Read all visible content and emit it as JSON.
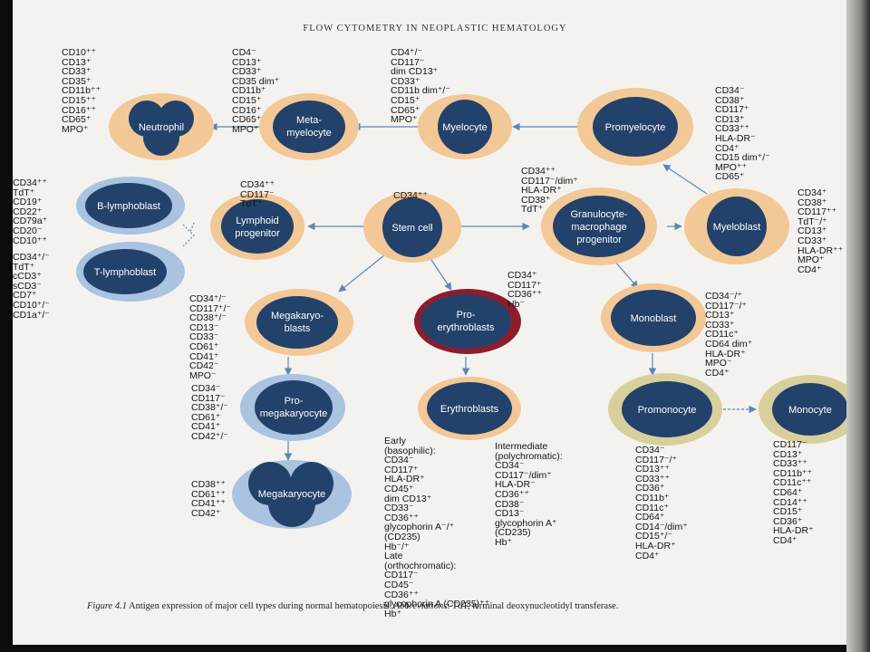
{
  "header": "FLOW CYTOMETRY IN NEOPLASTIC HEMATOLOGY",
  "colors": {
    "cell_core": "#22416b",
    "ring_orange": "#f2c896",
    "ring_blue": "#a9c3e0",
    "ring_red": "#8b1e2c",
    "ring_olive": "#d8d09c",
    "arrow": "#5b86b6",
    "paper": "#f4f2ee"
  },
  "cells": {
    "neutrophil": "Neutrophil",
    "metamyelocyte": [
      "Meta-",
      "myelocyte"
    ],
    "myelocyte": "Myelocyte",
    "promyelocyte": "Promyelocyte",
    "b_lymphoblast": "B-lymphoblast",
    "t_lymphoblast": "T-lymphoblast",
    "lymphoid_progenitor": [
      "Lymphoid",
      "progenitor"
    ],
    "stem_cell": "Stem cell",
    "gm_progenitor": [
      "Granulocyte-",
      "macrophage",
      "progenitor"
    ],
    "myeloblast": "Myeloblast",
    "megakaryoblasts": [
      "Megakaryo-",
      "blasts"
    ],
    "proerythroblasts": [
      "Pro-",
      "erythroblasts"
    ],
    "monoblast": "Monoblast",
    "promegakaryocyte": [
      "Pro-",
      "megakaryocyte"
    ],
    "erythroblasts": "Erythroblasts",
    "promonocyte": "Promonocyte",
    "monocyte": "Monocyte",
    "megakaryocyte": "Megakaryocyte"
  },
  "markers": {
    "neutrophil": "CD10⁺⁺\nCD13⁺\nCD33⁺\nCD35⁺\nCD11b⁺⁺\nCD15⁺⁺\nCD16⁺⁺\nCD65⁺\nMPO⁺",
    "metamyelocyte": "CD4⁻\nCD13⁺\nCD33⁺\nCD35 dim⁺\nCD11b⁺\nCD15⁺\nCD16⁺\nCD65⁺\nMPO⁺",
    "myelocyte": "CD4⁺/⁻\nCD117⁻\ndim CD13⁺\nCD33⁺\nCD11b dim⁺/⁻\nCD15⁺\nCD65⁺\nMPO⁺",
    "promyelocyte": "CD34⁻\nCD38⁺\nCD117⁺\nCD13⁺\nCD33⁺⁺\nHLA-DR⁻\nCD4⁺\nCD15 dim⁺/⁻\nMPO⁺⁺\nCD65⁺",
    "b_lymphoblast": "CD34⁺⁺\nTdT⁺\nCD19⁺\nCD22⁺\nCD79a⁺\nCD20⁻\nCD10⁺⁺",
    "t_lymphoblast": "CD34⁺/⁻\nTdT⁺\ncCD3⁺\nsCD3⁻\nCD7⁺\nCD10⁺/⁻\nCD1a⁺/⁻",
    "lymphoid_progenitor": "CD34⁺⁺\nCD117⁻\nTdT⁺",
    "stem_cell": "CD34⁺⁺",
    "gm_progenitor": "CD34⁺⁺\nCD117⁻/dim⁺\nHLA-DR⁺\nCD38⁺\nTdT⁺",
    "myeloblast": "CD34⁺\nCD38⁺\nCD117⁺⁺\nTdT⁻/⁺\nCD13⁺\nCD33⁺\nHLA-DR⁺⁺\nMPO⁺\nCD4⁺",
    "megakaryoblasts": "CD34⁺/⁻\nCD117⁺/⁻\nCD38⁺/⁻\nCD13⁻\nCD33⁻\nCD61⁺\nCD41⁺\nCD42⁻\nMPO⁻",
    "proerythroblasts": "CD34⁺\nCD117⁺\nCD36⁺⁺\nHb⁻",
    "monoblast": "CD34⁻/⁺\nCD117⁻/⁺\nCD13⁺\nCD33⁺\nCD11c⁺\nCD64 dim⁺\nHLA-DR⁺\nMPO⁻\nCD4⁺",
    "promegakaryocyte": "CD34⁻\nCD117⁻\nCD38⁺/⁻\nCD61⁺\nCD41⁺\nCD42⁺/⁻",
    "megakaryocyte": "CD38⁺⁺\nCD61⁺⁺\nCD41⁺⁺\nCD42⁺",
    "erythroblasts_early": "Early\n(basophilic):\nCD34⁻\nCD117⁺\nHLA-DR⁺\nCD45⁺\ndim CD13⁺\nCD33⁻\nCD36⁺⁺\nglycophorin A⁻/⁺\n(CD235)\nHb⁻/⁺\nLate\n(orthochromatic):\nCD117⁻\nCD45⁻\nCD36⁺⁺\nglycophorin A (CD235)⁺⁺\nHb⁺",
    "erythroblasts_intermediate": "Intermediate\n(polychromatic):\nCD34⁻\nCD117⁻/dim⁺\nHLA-DR⁻\nCD36⁺⁺\nCD38⁻\nCD13⁻\nglycophorin A⁺\n(CD235)\nHb⁺",
    "promonocyte": "CD34⁻\nCD117⁻/⁺\nCD13⁺⁺\nCD33⁺⁺\nCD36⁺\nCD11b⁺\nCD11c⁺\nCD64⁺\nCD14⁻/dim⁺\nCD15⁺/⁻\nHLA-DR⁺\nCD4⁺",
    "monocyte": "CD117⁻\nCD13⁺\nCD33⁺⁺\nCD11b⁺⁺\nCD11c⁺⁺\nCD64⁺\nCD14⁺⁺\nCD15⁺\nCD36⁺\nHLA-DR⁺\nCD4⁺"
  },
  "caption": {
    "figure": "Figure 4.1",
    "text": " Antigen expression of major cell types during normal hematopoiesis. ",
    "abbrev_label": "Abbreviations",
    "abbrev_text": ": TdT, terminal deoxynucleotidyl transferase."
  }
}
